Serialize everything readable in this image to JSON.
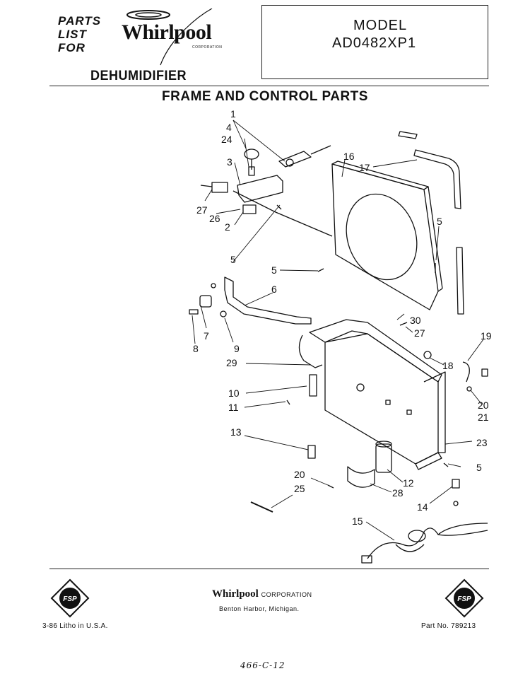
{
  "header": {
    "parts_list_for": [
      "PARTS",
      "LIST",
      "FOR"
    ],
    "brand": "Whirlpool",
    "brand_corporation": "CORPORATION",
    "product": "DEHUMIDIFIER",
    "model_label": "MODEL",
    "model_number": "AD0482XP1"
  },
  "title": "FRAME AND CONTROL PARTS",
  "diagram": {
    "callouts": [
      "1",
      "4",
      "24",
      "3",
      "27",
      "26",
      "2",
      "16",
      "17",
      "5",
      "5",
      "5",
      "6",
      "7",
      "8",
      "9",
      "30",
      "27",
      "19",
      "18",
      "29",
      "10",
      "11",
      "20",
      "21",
      "23",
      "13",
      "20",
      "12",
      "5",
      "28",
      "25",
      "14",
      "15"
    ]
  },
  "footer": {
    "fsp_badge": "FSP",
    "corporation_name": "Whirlpool",
    "corporation_suffix": "CORPORATION",
    "address": "Benton Harbor, Michigan.",
    "print_info": "3-86 Litho in U.S.A.",
    "part_number": "Part No. 789213",
    "handwritten_note": "466-C-12"
  }
}
